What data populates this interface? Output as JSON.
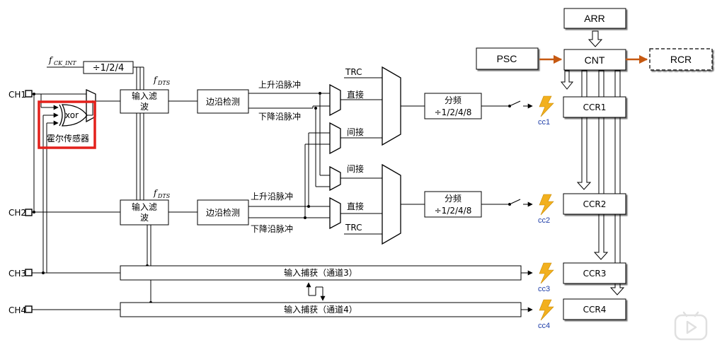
{
  "pins": {
    "ch1": "CH1",
    "ch2": "CH2",
    "ch3": "CH3",
    "ch4": "CH4"
  },
  "clock": {
    "fck_main": "f",
    "fck_sub": "CK_INT",
    "divider": "÷1/2/4",
    "fdts_main": "f",
    "fdts_sub": "DTS"
  },
  "hall": {
    "gate": "xor",
    "label": "霍尔传感器"
  },
  "filter": {
    "label_line1": "输入滤",
    "label_line2": "波"
  },
  "edge_detect": "边沿检测",
  "edges": {
    "rising": "上升沿脉冲",
    "falling": "下降沿脉冲"
  },
  "mux_inputs": {
    "trc": "TRC",
    "direct": "直接",
    "indirect": "间接"
  },
  "prescaler": {
    "line1": "分频",
    "line2": "÷1/2/4/8"
  },
  "capture": {
    "ch3": "输入捕获（通道3）",
    "ch4": "输入捕获（通道4）"
  },
  "events": {
    "cc1": "cc1",
    "cc2": "cc2",
    "cc3": "cc3",
    "cc4": "cc4"
  },
  "counter": {
    "arr": "ARR",
    "psc": "PSC",
    "cnt": "CNT",
    "rcr": "RCR"
  },
  "ccr": {
    "ccr1": "CCR1",
    "ccr2": "CCR2",
    "ccr3": "CCR3",
    "ccr4": "CCR4"
  },
  "colors": {
    "highlight": "#e3201b",
    "clock_arrow": "#c65911",
    "event_text": "#1f3ea8",
    "lightning": "#f2b01e"
  }
}
